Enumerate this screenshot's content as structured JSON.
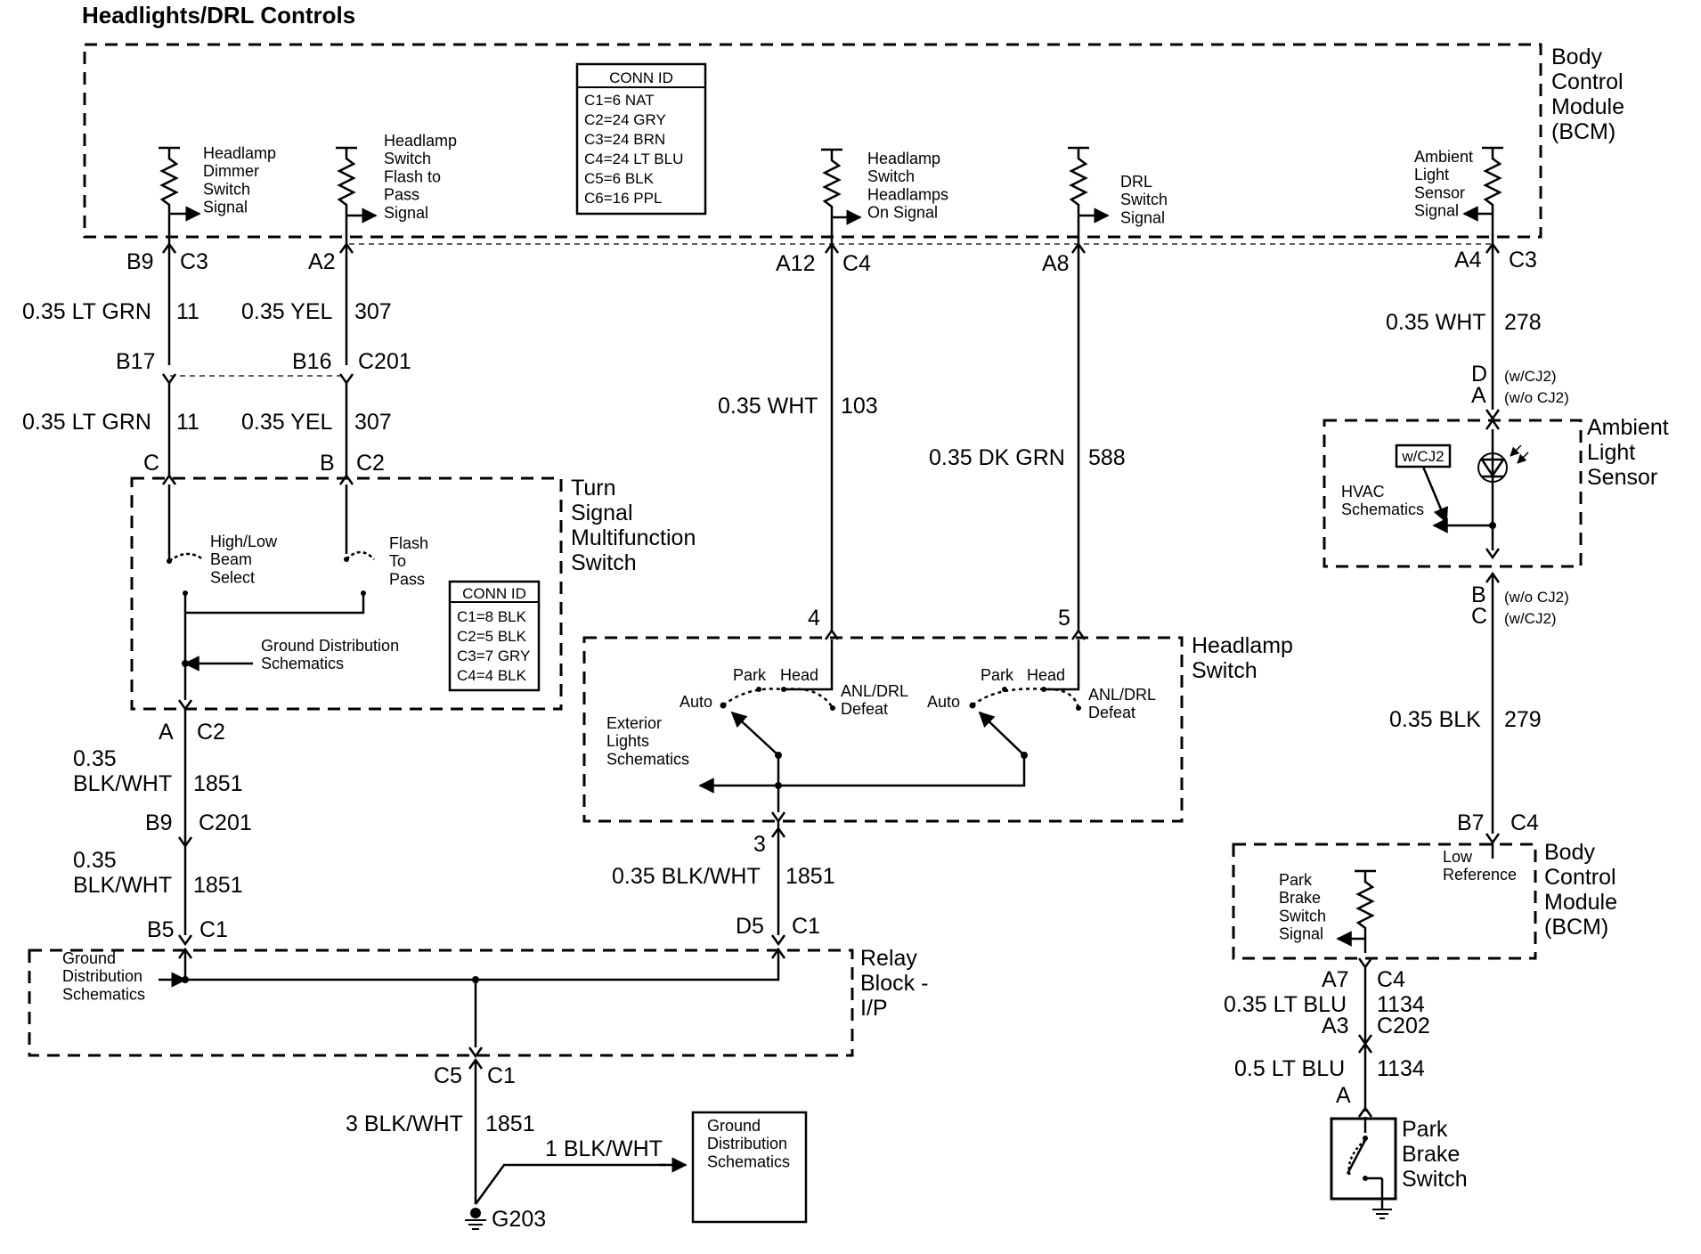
{
  "title": "Headlights/DRL Controls",
  "modules": {
    "bcm_top": "Body\nControl\nModule\n(BCM)",
    "turn_signal": "Turn\nSignal\nMultifunction\nSwitch",
    "headlamp_switch": "Headlamp\nSwitch",
    "ambient_sensor": "Ambient\nLight\nSensor",
    "bcm_bottom": "Body\nControl\nModule\n(BCM)",
    "relay_block": "Relay\nBlock -\nI/P",
    "park_brake_switch": "Park\nBrake\nSwitch"
  },
  "conn_id_bcm": {
    "header": "CONN ID",
    "rows": [
      "C1=6 NAT",
      "C2=24 GRY",
      "C3=24 BRN",
      "C4=24 LT BLU",
      "C5=6 BLK",
      "C6=16 PPL"
    ]
  },
  "conn_id_turn": {
    "header": "CONN ID",
    "rows": [
      "C1=8 BLK",
      "C2=5 BLK",
      "C3=7 GRY",
      "C4=4 BLK"
    ]
  },
  "signals": {
    "dimmer": "Headlamp\nDimmer\nSwitch\nSignal",
    "flash": "Headlamp\nSwitch\nFlash to\nPass\nSignal",
    "headlamps_on": "Headlamp\nSwitch\nHeadlamps\nOn Signal",
    "drl": "DRL\nSwitch\nSignal",
    "ambient": "Ambient\nLight\nSensor\nSignal",
    "high_low": "High/Low\nBeam\nSelect",
    "flash_to_pass": "Flash\nTo\nPass",
    "ground_dist_turn": "Ground Distribution\nSchematics",
    "park": "Park",
    "head": "Head",
    "auto": "Auto",
    "anl_drl": "ANL/DRL\nDefeat",
    "exterior_lights": "Exterior\nLights\nSchematics",
    "hvac": "HVAC\nSchematics",
    "wcj2_box": "w/CJ2",
    "low_ref": "Low\nReference",
    "park_brake_signal": "Park\nBrake\nSwitch\nSignal",
    "ground_dist_relay": "Ground\nDistribution\nSchematics",
    "ground_dist_box": "Ground\nDistribution\nSchematics",
    "ground": "G203"
  },
  "pins": {
    "b9": "B9",
    "c3a": "C3",
    "a2": "A2",
    "a12": "A12",
    "c4a": "C4",
    "a8": "A8",
    "a4": "A4",
    "c3b": "C3",
    "b17": "B17",
    "b16": "B16",
    "c201a": "C201",
    "c": "C",
    "b": "B",
    "c2a": "C2",
    "a": "A",
    "c2b": "C2",
    "b9b": "B9",
    "c201b": "C201",
    "b5": "B5",
    "c1a": "C1",
    "p4": "4",
    "p5": "5",
    "p3": "3",
    "d5": "D5",
    "c1b": "C1",
    "d": "D",
    "wcj2_1": "(w/CJ2)",
    "a_amb": "A",
    "wocj2_1": "(w/o CJ2)",
    "b_amb": "B",
    "wocj2_2": "(w/o CJ2)",
    "c_amb": "C",
    "wcj2_2": "(w/CJ2)",
    "b7": "B7",
    "c4b": "C4",
    "a7": "A7",
    "c4c": "C4",
    "a3": "A3",
    "c202": "C202",
    "a_pb": "A",
    "c5": "C5",
    "c1c": "C1"
  },
  "wires": {
    "w1_gauge": "0.35 LT GRN",
    "w1_num": "11",
    "w2_gauge": "0.35 YEL",
    "w2_num": "307",
    "w3_gauge": "0.35 LT GRN",
    "w3_num": "11",
    "w4_gauge": "0.35 YEL",
    "w4_num": "307",
    "w5_gauge": "0.35 WHT",
    "w5_num": "103",
    "w6_gauge": "0.35 DK GRN",
    "w6_num": "588",
    "w7_gauge": "0.35 WHT",
    "w7_num": "278",
    "w8_gauge_a": "0.35",
    "w8_gauge_b": "BLK/WHT",
    "w8_num": "1851",
    "w9_gauge_a": "0.35",
    "w9_gauge_b": "BLK/WHT",
    "w9_num": "1851",
    "w10_gauge": "0.35 BLK/WHT",
    "w10_num": "1851",
    "w11_gauge": "0.35 BLK",
    "w11_num": "279",
    "w12_gauge": "0.35 LT BLU",
    "w12_num": "1134",
    "w13_gauge": "0.5 LT BLU",
    "w13_num": "1134",
    "w14_gauge": "3 BLK/WHT",
    "w14_num": "1851",
    "w15_gauge": "1 BLK/WHT"
  }
}
